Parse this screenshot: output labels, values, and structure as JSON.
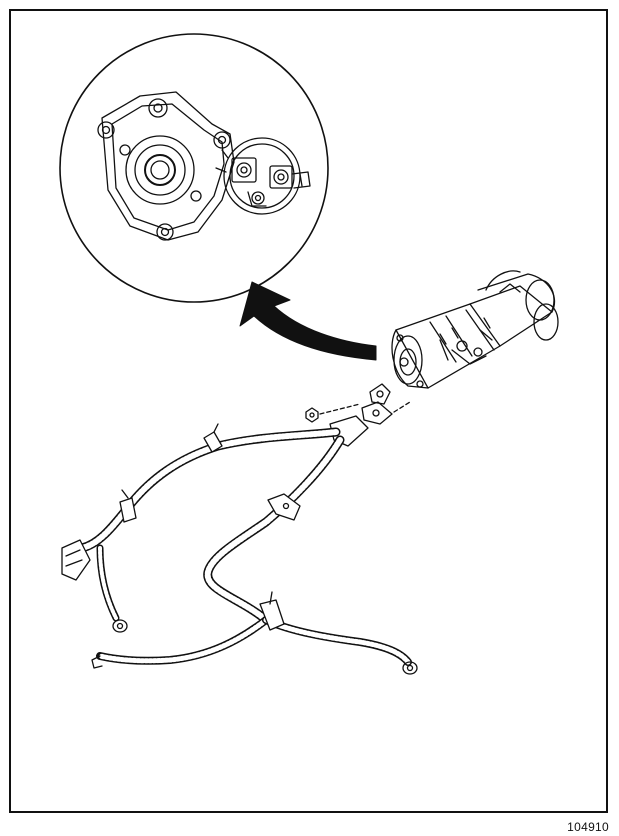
{
  "figure": {
    "reference_number": "104910",
    "line_color": "#111111",
    "background_color": "#ffffff",
    "parts": {
      "detail_view": "starter-terminal-detail",
      "arrow": "curved-arrow",
      "starter_motor": "starter-motor",
      "wiring_harness": "wiring-harness"
    }
  }
}
